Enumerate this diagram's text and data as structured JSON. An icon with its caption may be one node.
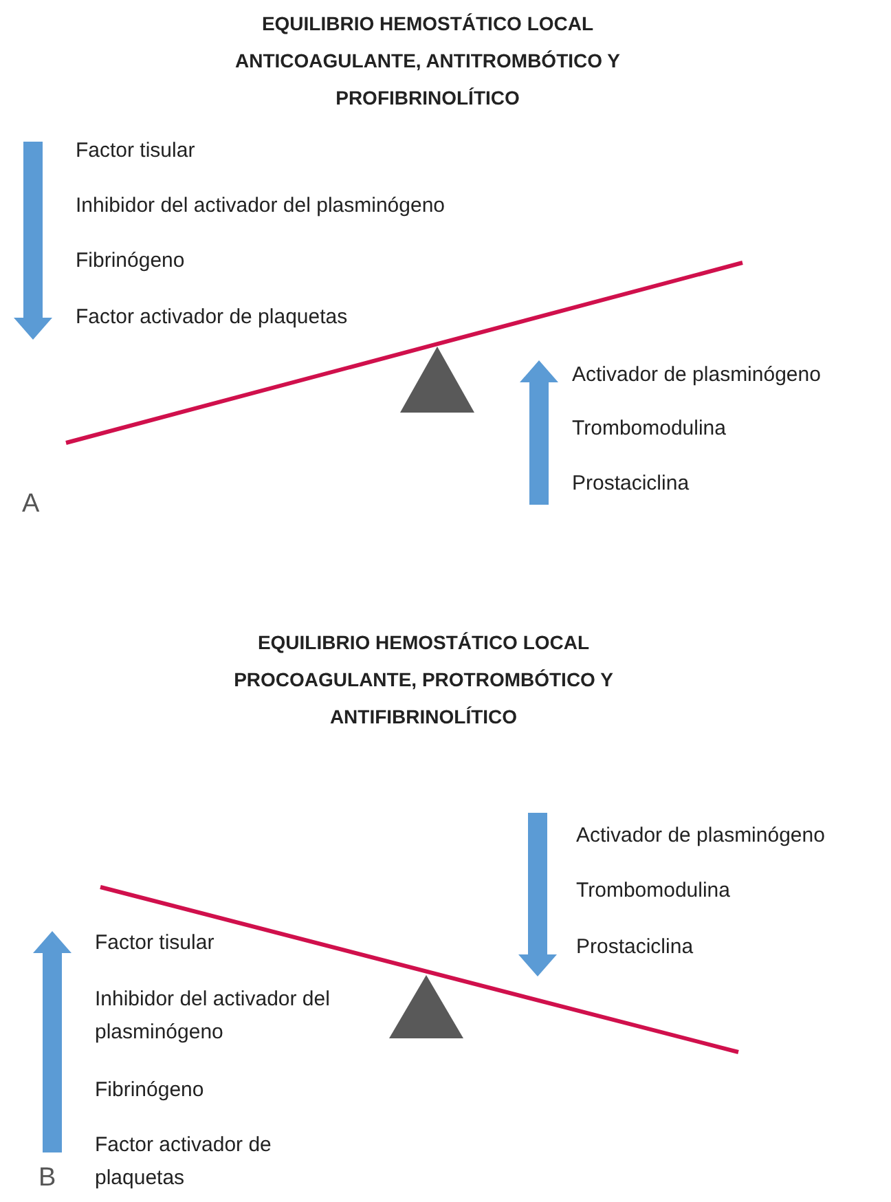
{
  "diagram": {
    "labels": [
      "EQUILIBRIO HEMOSTÁTICO LOCAL ANTICOAGULANTE, ANTITROMBÓTICO Y PROFIBRINOLÍTICO",
      "Factor tisular",
      "Inhibidor del activador del plasminógeno",
      "Fibrinógeno",
      "Factor activador de plaquetas",
      "Activador de plasminógeno",
      "Trombomodulina",
      "Prostaciclina",
      "A",
      "EQUILIBRIO HEMOSTÁTICO LOCAL PROCOAGULANTE, PROTROMBÓTICO Y ANTIFIBRINOLÍTICO",
      "Activador de plasminógeno",
      "Trombomodulina",
      "Prostaciclina",
      "Factor tisular",
      "Inhibidor del activador del plasminógeno",
      "Fibrinógeno",
      "Factor activador de plaquetas",
      "B"
    ]
  }
}
